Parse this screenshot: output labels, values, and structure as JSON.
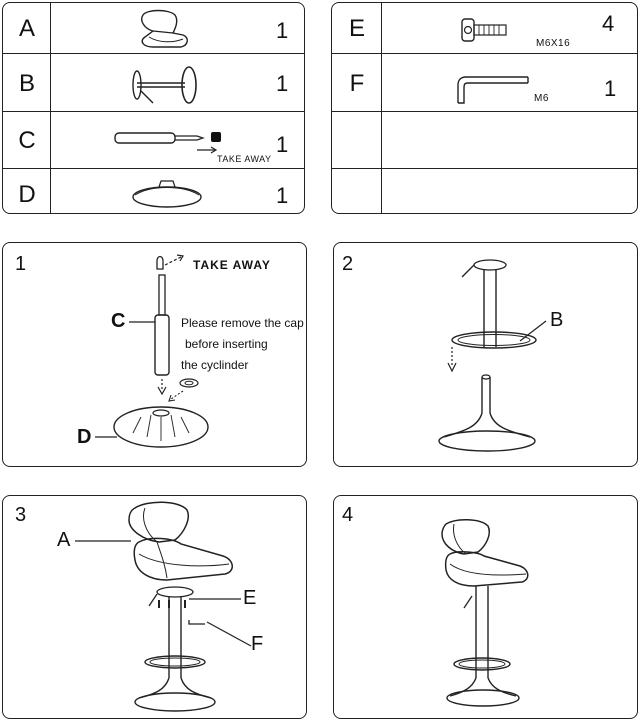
{
  "parts_left": [
    {
      "letter": "A",
      "qty": "1",
      "icon": "seat-icon"
    },
    {
      "letter": "B",
      "qty": "1",
      "icon": "footrest-icon"
    },
    {
      "letter": "C",
      "qty": "1",
      "icon": "gas-cylinder-icon",
      "note": "TAKE AWAY"
    },
    {
      "letter": "D",
      "qty": "1",
      "icon": "base-disc-icon"
    }
  ],
  "parts_right": [
    {
      "letter": "E",
      "qty": "4",
      "icon": "screw-icon",
      "spec": "M6X16"
    },
    {
      "letter": "F",
      "qty": "1",
      "icon": "allen-key-icon",
      "spec": "M6"
    },
    {
      "letter": "",
      "qty": ""
    },
    {
      "letter": "",
      "qty": ""
    }
  ],
  "steps": [
    {
      "number": "1",
      "take_away": "TAKE AWAY",
      "label_c": "C",
      "label_d": "D",
      "instruction": [
        "Please remove the cap",
        "before inserting",
        "the cyclinder"
      ]
    },
    {
      "number": "2",
      "label_b": "B"
    },
    {
      "number": "3",
      "label_a": "A",
      "label_e": "E",
      "label_f": "F"
    },
    {
      "number": "4"
    }
  ]
}
